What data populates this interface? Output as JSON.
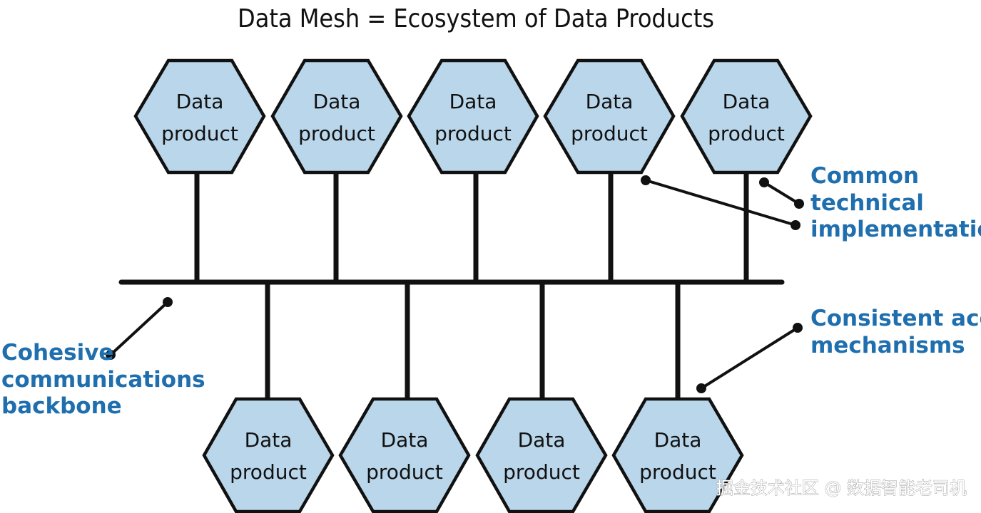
{
  "title": "Data Mesh = Ecosystem of Data Products",
  "products": {
    "top": [
      {
        "line1": "Data",
        "line2": "product"
      },
      {
        "line1": "Data",
        "line2": "product"
      },
      {
        "line1": "Data",
        "line2": "product"
      },
      {
        "line1": "Data",
        "line2": "product"
      },
      {
        "line1": "Data",
        "line2": "product"
      }
    ],
    "bottom": [
      {
        "line1": "Data",
        "line2": "product"
      },
      {
        "line1": "Data",
        "line2": "product"
      },
      {
        "line1": "Data",
        "line2": "product"
      },
      {
        "line1": "Data",
        "line2": "product"
      }
    ]
  },
  "callouts": {
    "common_technical": [
      "Common",
      "technical",
      "implementation"
    ],
    "consistent_access": [
      "Consistent access",
      "mechanisms"
    ],
    "backbone": [
      "Cohesive",
      "communications",
      "backbone"
    ]
  },
  "watermark": "掘金技术社区 @ 数据智能老司机",
  "colors": {
    "hex_fill": "#b9d6ea",
    "outline": "#111111",
    "callout_text": "#1f6fae"
  }
}
